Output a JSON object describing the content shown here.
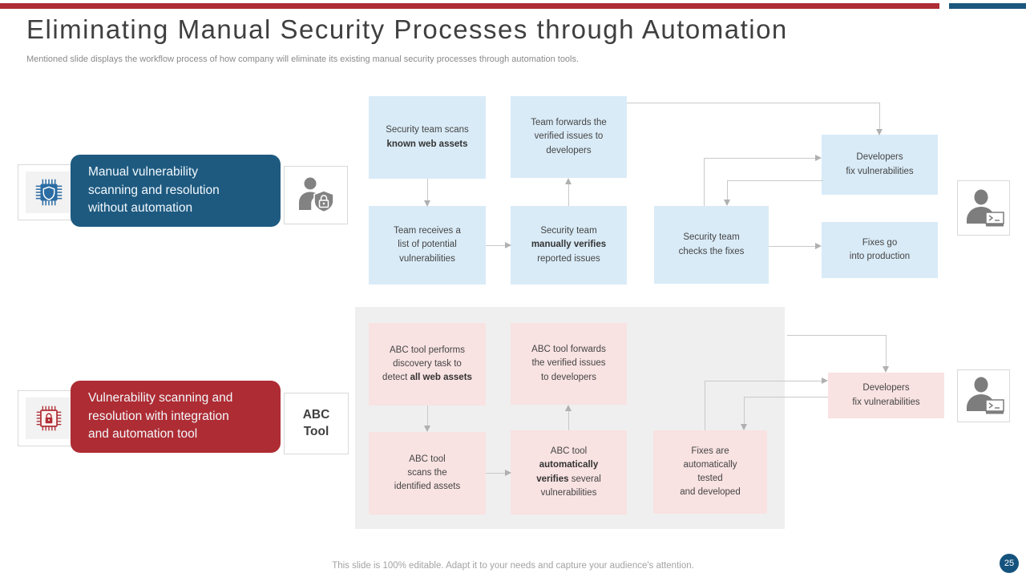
{
  "slide": {
    "title": "Eliminating Manual Security Processes through Automation",
    "subtitle": "Mentioned slide displays the workflow process of how company will eliminate its existing manual security processes through automation tools.",
    "footer": "This slide is 100% editable. Adapt it to your needs and capture your audience's attention.",
    "page_number": "25"
  },
  "colors": {
    "accent_red": "#ae2c33",
    "accent_blue": "#1b567e",
    "manual_box_fill": "#d9ebf7",
    "auto_box_fill": "#f9e2e2",
    "panel_fill": "#efefef",
    "connector_gray": "#c9c9c9",
    "icon_gray": "#7d7d7d",
    "text_dark": "#434343"
  },
  "icons": {
    "manual_left": "chip-shield-icon",
    "manual_mid": "person-lock-icon",
    "manual_right": "person-terminal-icon",
    "auto_left": "chip-lock-icon",
    "auto_right": "person-terminal-icon"
  },
  "manual_flow": {
    "label": [
      {
        "text": "Manual vulnerability"
      },
      {
        "br": true
      },
      {
        "text": "scanning and resolution"
      },
      {
        "br": true
      },
      {
        "text": "without automation"
      }
    ],
    "boxes": {
      "scan": [
        {
          "text": "Security team scans"
        },
        {
          "br": true
        },
        {
          "text": "known web assets",
          "bold": true
        }
      ],
      "forwards": [
        {
          "text": "Team forwards the"
        },
        {
          "br": true
        },
        {
          "text": "verified issues to"
        },
        {
          "br": true
        },
        {
          "text": "developers"
        }
      ],
      "receives": [
        {
          "text": "Team receives a"
        },
        {
          "br": true
        },
        {
          "text": "list of potential"
        },
        {
          "br": true
        },
        {
          "text": "vulnerabilities"
        }
      ],
      "verifies": [
        {
          "text": "Security team"
        },
        {
          "br": true
        },
        {
          "text": "manually verifies",
          "bold": true
        },
        {
          "br": true
        },
        {
          "text": "reported issues"
        }
      ],
      "checks": [
        {
          "text": "Security team"
        },
        {
          "br": true
        },
        {
          "text": "checks the fixes"
        }
      ],
      "developers": [
        {
          "text": "Developers"
        },
        {
          "br": true
        },
        {
          "text": "fix vulnerabilities"
        }
      ],
      "production": [
        {
          "text": "Fixes go"
        },
        {
          "br": true
        },
        {
          "text": "into production"
        }
      ]
    }
  },
  "auto_flow": {
    "label": [
      {
        "text": "Vulnerability scanning and"
      },
      {
        "br": true
      },
      {
        "text": "resolution with integration"
      },
      {
        "br": true
      },
      {
        "text": "and automation tool"
      }
    ],
    "tool": [
      {
        "text": "ABC"
      },
      {
        "br": true
      },
      {
        "text": "Tool"
      }
    ],
    "boxes": {
      "discovery": [
        {
          "text": "ABC tool performs"
        },
        {
          "br": true
        },
        {
          "text": "discovery task to"
        },
        {
          "br": true
        },
        {
          "text": "detect "
        },
        {
          "text": "all web assets",
          "bold": true
        }
      ],
      "forwards": [
        {
          "text": "ABC tool forwards"
        },
        {
          "br": true
        },
        {
          "text": "the verified issues"
        },
        {
          "br": true
        },
        {
          "text": "to developers"
        }
      ],
      "scans": [
        {
          "text": "ABC tool"
        },
        {
          "br": true
        },
        {
          "text": "scans the"
        },
        {
          "br": true
        },
        {
          "text": "identified assets"
        }
      ],
      "verifies": [
        {
          "text": "ABC tool"
        },
        {
          "br": true
        },
        {
          "text": "automatically",
          "bold": true
        },
        {
          "br": true
        },
        {
          "text": "verifies",
          "bold": true
        },
        {
          "text": " several"
        },
        {
          "br": true
        },
        {
          "text": "vulnerabilities"
        }
      ],
      "tested": [
        {
          "text": "Fixes are"
        },
        {
          "br": true
        },
        {
          "text": "automatically"
        },
        {
          "br": true
        },
        {
          "text": "tested"
        },
        {
          "br": true
        },
        {
          "text": "and developed"
        }
      ],
      "developers": [
        {
          "text": "Developers"
        },
        {
          "br": true
        },
        {
          "text": "fix vulnerabilities"
        }
      ]
    }
  }
}
